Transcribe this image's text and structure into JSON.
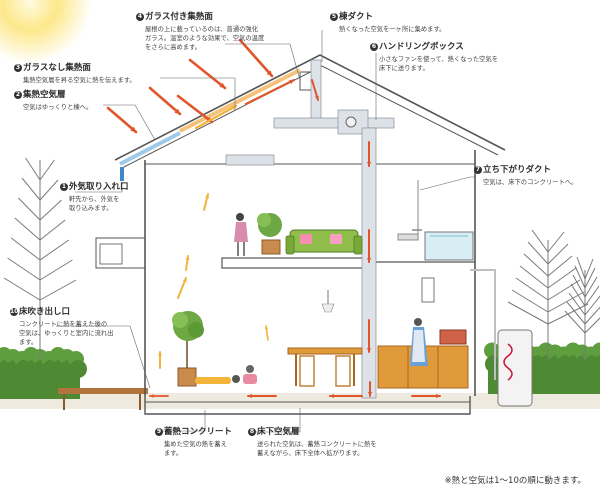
{
  "callouts": [
    {
      "num": "4",
      "title": "ガラス付き集熱面",
      "desc": [
        "屋根の上に載っているのは、普通の強化",
        "ガラス。温室のような効果で、空気の温度",
        "をさらに高めます。"
      ]
    },
    {
      "num": "5",
      "title": "棟ダクト",
      "desc": [
        "熱くなった空気を一ヶ所に集めます。"
      ]
    },
    {
      "num": "6",
      "title": "ハンドリングボックス",
      "desc": [
        "小さなファンを使って、熱くなった空気を",
        "床下に送ります。"
      ]
    },
    {
      "num": "3",
      "title": "ガラスなし集熱面",
      "desc": [
        "集熱空気層を昇る空気に熱を伝えます。"
      ]
    },
    {
      "num": "2",
      "title": "集熱空気層",
      "desc": [
        "空気はゆっくりと棟へ。"
      ]
    },
    {
      "num": "7",
      "title": "立ち下がりダクト",
      "desc": [
        "空気は、床下のコンクリートへ。"
      ]
    },
    {
      "num": "1",
      "title": "外気取り入れ口",
      "desc": [
        "軒先から、外気を",
        "取り込みます。"
      ]
    },
    {
      "num": "10",
      "title": "床吹き出し口",
      "desc": [
        "コンクリートに熱を蓄えた後の",
        "空気は、ゆっくりと室内に流れ出",
        "ます。"
      ]
    },
    {
      "num": "9",
      "title": "蓄熱コンクリート",
      "desc": [
        "集めた空気の熱を蓄え",
        "ます。"
      ]
    },
    {
      "num": "8",
      "title": "床下空気層",
      "desc": [
        "送られた空気は、蓄熱コンクリートに熱を",
        "蓄えながら、床下全体へ拡がります。"
      ]
    }
  ],
  "footnote": "※熱と空気は1〜10の順に動きます。",
  "colors": {
    "hot_arrow": "#e0552a",
    "warm_arrow": "#f2b33a",
    "sun": "#fcd868",
    "grass": "#5f9e3e",
    "sofa": "#8fbf4a",
    "wood": "#c99a62",
    "house_line": "#555555",
    "duct": "#cfd5dc"
  }
}
